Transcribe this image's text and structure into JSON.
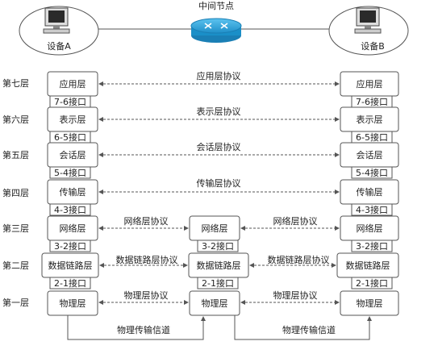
{
  "node_labels": {
    "device_a": "设备A",
    "device_b": "设备B",
    "middle_node": "中间节点"
  },
  "layer_names": [
    "第七层",
    "第六层",
    "第五层",
    "第四层",
    "第三层",
    "第二层",
    "第一层"
  ],
  "layer_boxes": [
    "应用层",
    "表示层",
    "会话层",
    "传输层",
    "网络层",
    "数据链路层",
    "物理层"
  ],
  "interfaces": [
    "7-6接口",
    "6-5接口",
    "5-4接口",
    "4-3接口",
    "3-2接口",
    "2-1接口"
  ],
  "protocols": {
    "application": "应用层协议",
    "presentation": "表示层协议",
    "session": "会话层协议",
    "transport": "传输层协议",
    "network": "网络层协议",
    "datalink": "数据链路层协议",
    "physical": "物理层协议"
  },
  "channel_label": "物理传输信道",
  "colors": {
    "stroke": "#555555",
    "router_blue": "#1f9bd6",
    "monitor_screen": "#2a2a2a"
  }
}
